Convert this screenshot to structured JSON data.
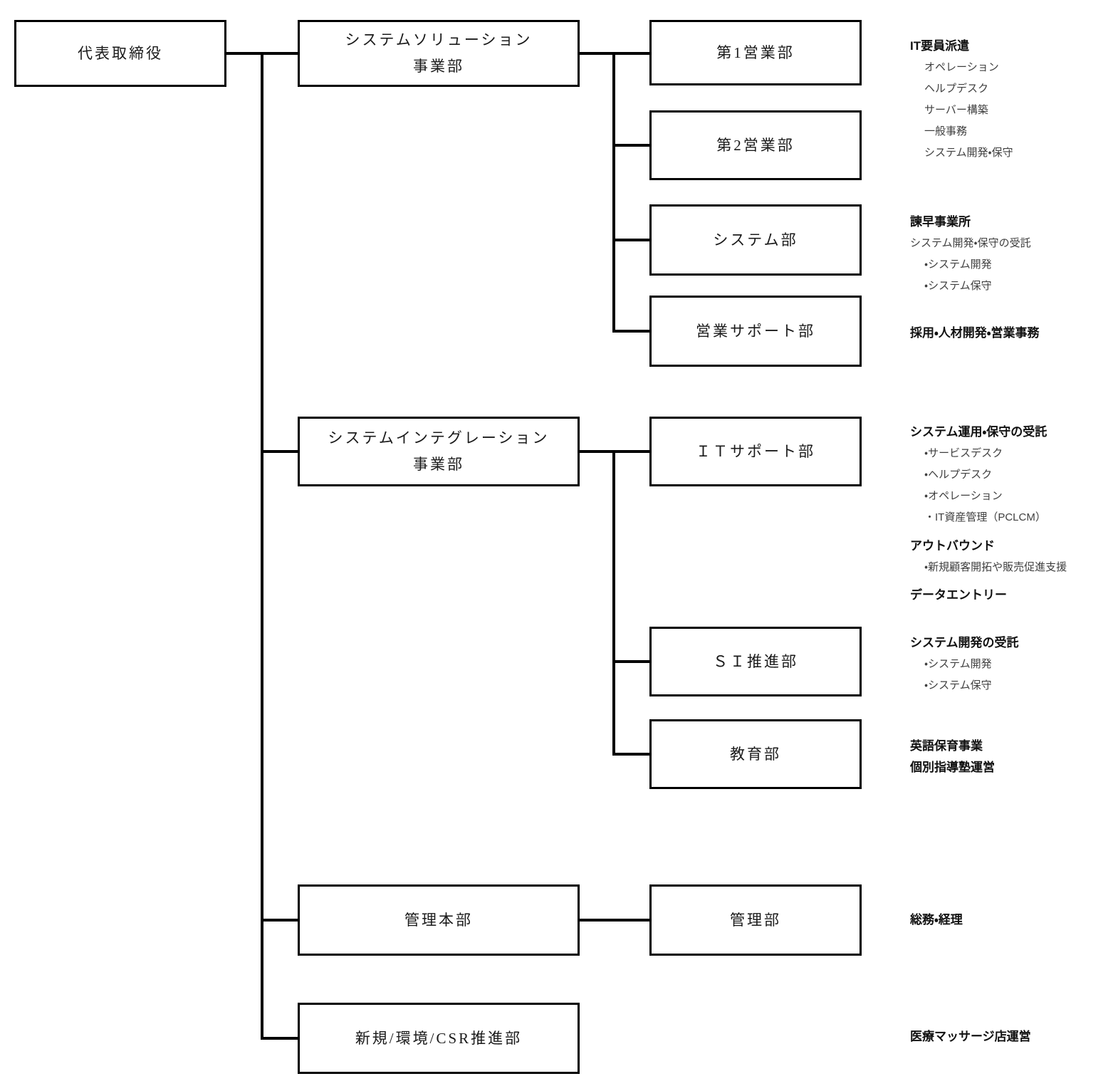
{
  "org_chart": {
    "type": "organization-chart",
    "root": {
      "label": "代表取締役"
    },
    "divisions": [
      {
        "label_lines": [
          "システムソリューション",
          "事業部"
        ],
        "departments": [
          "第1営業部",
          "第2営業部",
          "システム部",
          "営業サポート部"
        ]
      },
      {
        "label_lines": [
          "システムインテグレーション",
          "事業部"
        ],
        "departments": [
          "ＩＴサポート部",
          "ＳＩ推進部",
          "教育部"
        ]
      },
      {
        "label_lines": [
          "管理本部"
        ],
        "departments": [
          "管理部"
        ]
      },
      {
        "label_lines": [
          "新規/環境/CSR推進部"
        ],
        "departments": []
      }
    ],
    "annotations": [
      {
        "for": "第1営業部",
        "lines": [
          {
            "style": "header",
            "text": "IT要員派遣"
          },
          {
            "style": "item",
            "text": "オペレーション"
          },
          {
            "style": "item",
            "text": "ヘルプデスク"
          },
          {
            "style": "item",
            "text": "サーバー構築"
          },
          {
            "style": "item",
            "text": "一般事務"
          },
          {
            "style": "item",
            "text": "システム開発・保守"
          }
        ]
      },
      {
        "for": "システム部",
        "lines": [
          {
            "style": "header",
            "text": "諫早事業所"
          },
          {
            "style": "plain",
            "text": "システム開発・保守の受託"
          },
          {
            "style": "bullet",
            "text": "・システム開発"
          },
          {
            "style": "bullet",
            "text": "・システム保守"
          }
        ]
      },
      {
        "for": "営業サポート部",
        "lines": [
          {
            "style": "header",
            "text": "採用・人材開発・営業事務"
          }
        ]
      },
      {
        "for": "ＩＴサポート部",
        "lines": [
          {
            "style": "header",
            "text": "システム運用・保守の受託"
          },
          {
            "style": "bullet",
            "text": "・サービスデスク"
          },
          {
            "style": "bullet",
            "text": "・ヘルプデスク"
          },
          {
            "style": "bullet",
            "text": "・オペレーション"
          },
          {
            "style": "bullet",
            "text": "・IT資産管理（PCLCM）"
          }
        ]
      },
      {
        "for": "ＩＴサポート部",
        "lines": [
          {
            "style": "header",
            "text": "アウトバウンド"
          },
          {
            "style": "bullet",
            "text": "・新規顧客開拓や販売促進支援"
          }
        ]
      },
      {
        "for": "ＩＴサポート部",
        "lines": [
          {
            "style": "header",
            "text": "データエントリー"
          }
        ]
      },
      {
        "for": "ＳＩ推進部",
        "lines": [
          {
            "style": "header",
            "text": "システム開発の受託"
          },
          {
            "style": "bullet",
            "text": "・システム開発"
          },
          {
            "style": "bullet",
            "text": "・システム保守"
          }
        ]
      },
      {
        "for": "教育部",
        "lines": [
          {
            "style": "header",
            "text": "英語保育事業"
          },
          {
            "style": "header",
            "text": "個別指導塾運営"
          }
        ]
      },
      {
        "for": "管理部",
        "lines": [
          {
            "style": "header",
            "text": "総務・経理"
          }
        ]
      },
      {
        "for": "新規/環境/CSR推進部",
        "lines": [
          {
            "style": "header",
            "text": "医療マッサージ店運営"
          }
        ]
      }
    ]
  }
}
